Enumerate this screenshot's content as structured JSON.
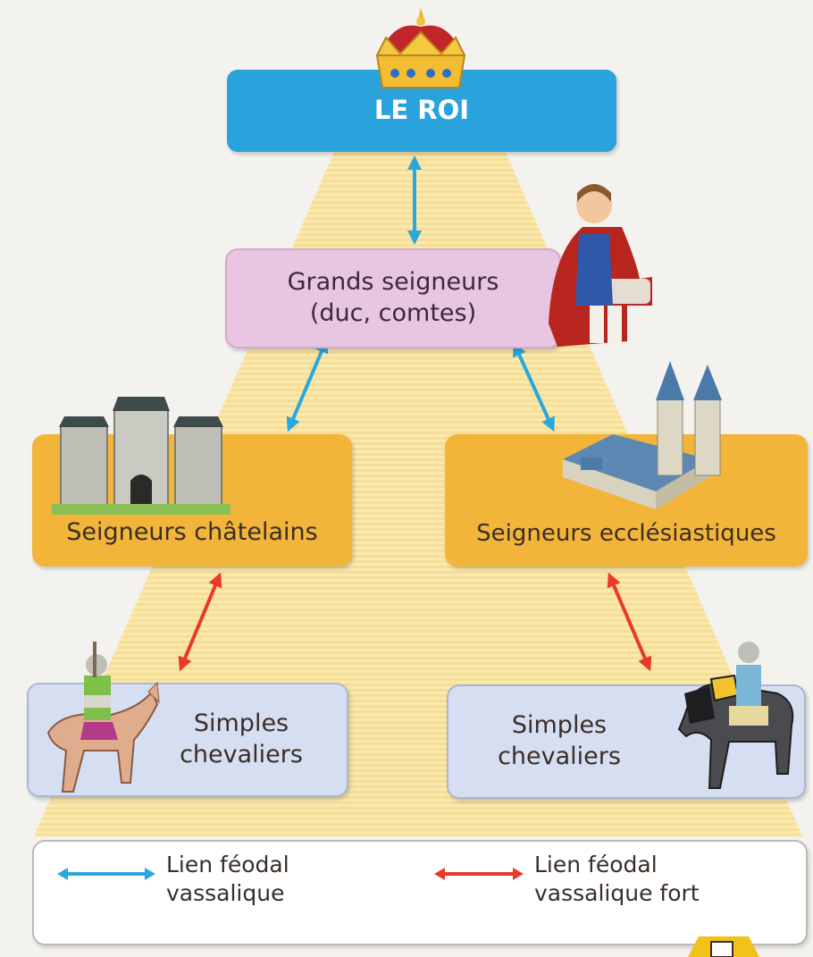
{
  "diagram": {
    "nodes": {
      "roi": "LE ROI",
      "grands_seigneurs": [
        "Grands seigneurs",
        "(duc, comtes)"
      ],
      "seigneurs_chatelains": "Seigneurs châtelains",
      "seigneurs_ecclesiastiques": "Seigneurs ecclésiastiques",
      "simples_chevaliers_left": [
        "Simples",
        "chevaliers"
      ],
      "simples_chevaliers_right": [
        "Simples",
        "chevaliers"
      ]
    },
    "legend": {
      "blue": [
        "Lien féodal",
        "vassalique"
      ],
      "red": [
        "Lien féodal",
        "vassalique fort"
      ]
    },
    "colors": {
      "blue_link": "#2aa8dc",
      "red_link": "#e63a2a",
      "king_box": "#2aa3dc",
      "grands_box": "#e8c6e1",
      "seigneurs_box": "#f2b53a",
      "chevaliers_box": "#d6dff2",
      "pyramid": "#fbe6a0"
    },
    "icons": [
      "crown-icon",
      "great-lord-icon",
      "castle-icon",
      "abbey-icon",
      "knight-left-icon",
      "knight-right-icon",
      "page-corner-icon"
    ]
  }
}
